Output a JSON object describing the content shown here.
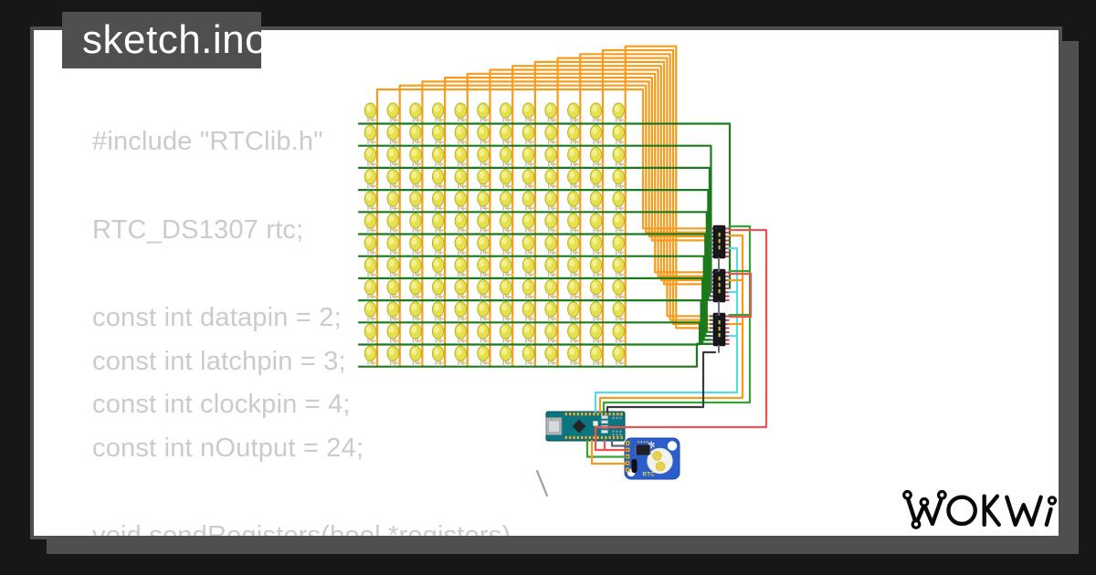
{
  "window": {
    "title": "sketch.ino"
  },
  "code": {
    "lines": [
      "#include \"RTClib.h\"",
      "RTC_DS1307 rtc;",
      "const int datapin = 2;",
      "const int latchpin = 3;",
      "const int clockpin = 4;",
      "const int nOutput = 24;",
      "void sendRegisters(bool *registers)",
      "{"
    ]
  },
  "logo": {
    "text": "WOKWI"
  },
  "frame": {
    "bg": "#171717",
    "panel": "#ffffff",
    "chrome": "#4f4f4f",
    "code_text": "#cbcbcb"
  },
  "circuit": {
    "led_matrix": {
      "rows": 12,
      "cols": 12
    },
    "shift_register_count": 3,
    "rtc_module": {
      "label": "RTC"
    },
    "colors": {
      "wire_orange": "#f59b1e",
      "wire_orange_light": "#f2bd60",
      "wire_green_dark": "#1b7a1b",
      "wire_green": "#35a435",
      "wire_red": "#ef5350",
      "wire_cyan": "#55dbe8",
      "wire_black": "#3a3a3a",
      "wire_gray": "#60666b",
      "led_body": "#e6e04e",
      "led_rim": "#b9b32e",
      "led_glow": "#f4f29a",
      "leg_gray": "#b9bdc0",
      "ic_body": "#17181c",
      "ic_pin_left": "#5a5f66",
      "ic_pin_right": "#b94a44",
      "ic_label": "#d9c23a",
      "nano_board": "#0b7580",
      "rtc_board": "#2b5ec9",
      "pin_gold": "#d9b64a",
      "battery_yellow": "#e8d44c"
    }
  }
}
